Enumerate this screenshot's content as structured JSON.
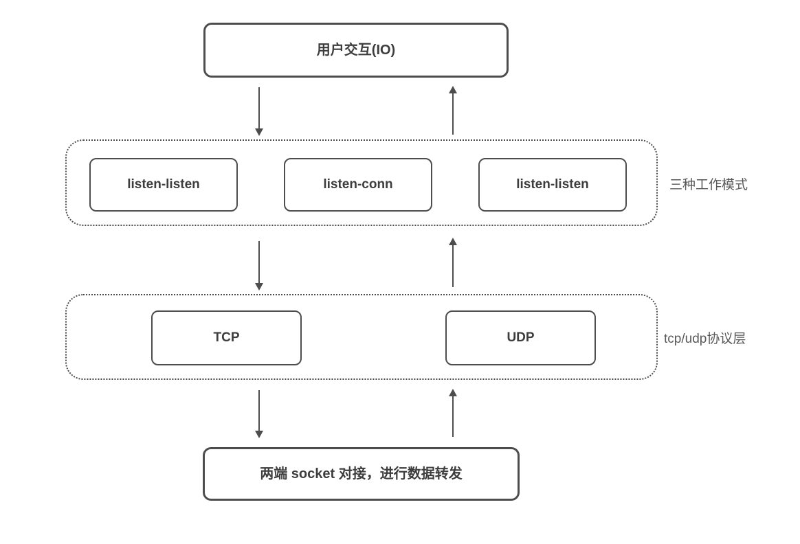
{
  "diagram": {
    "top_node": {
      "label": "用户交互(IO)"
    },
    "work_modes_group": {
      "side_label": "三种工作模式",
      "nodes": [
        "listen-listen",
        "listen-conn",
        "listen-listen"
      ]
    },
    "protocol_group": {
      "side_label": "tcp/udp协议层",
      "nodes": [
        "TCP",
        "UDP"
      ]
    },
    "bottom_node": {
      "label": "两端 socket 对接，进行数据转发"
    },
    "arrows": [
      {
        "direction": "down"
      },
      {
        "direction": "up"
      },
      {
        "direction": "down"
      },
      {
        "direction": "up"
      },
      {
        "direction": "down"
      },
      {
        "direction": "up"
      }
    ],
    "colors": {
      "line": "#4d4d4d",
      "node_text": "#3d3d3d",
      "side_label_text": "#595959",
      "background": "#ffffff"
    }
  }
}
